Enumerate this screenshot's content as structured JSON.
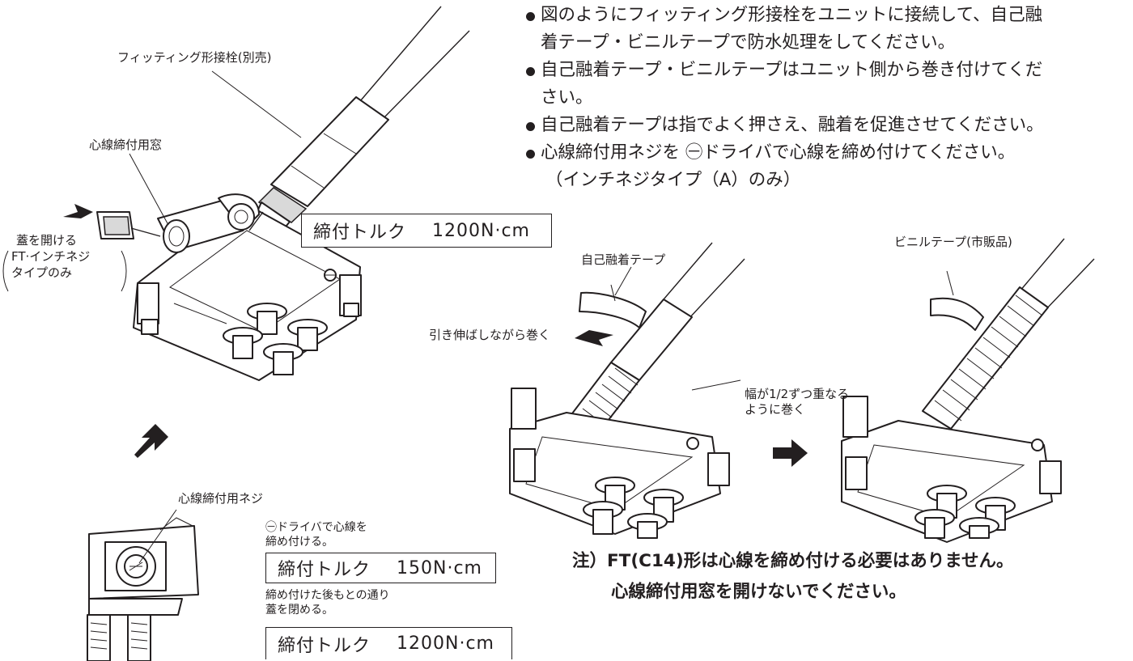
{
  "instructions": {
    "line1a": "図のようにフィッティング形接栓をユニットに接続して、自己融",
    "line1b": "着テープ・ビニルテープで防水処理をしてください。",
    "line2a": "自己融着テープ・ビニルテープはユニット側から巻き付けてくだ",
    "line2b": "さい。",
    "line3": "自己融着テープは指でよく押さえ、融着を促進させてください。",
    "line4": "心線締付用ネジを ㊀ドライバで心線を締め付けてください。",
    "line4b": "（インチネジタイプ（A）のみ）"
  },
  "labels": {
    "connector": "フィッティング形接栓(別売)",
    "window": "心線締付用窓",
    "open_lid": "蓋を開ける",
    "ft_inch_1": "FT·インチネジ",
    "ft_inch_2": "タイプのみ",
    "screw": "心線締付用ネジ",
    "driver_1": "㊀ドライバで心線を",
    "driver_2": "締め付ける。",
    "after_1": "締め付けた後もとの通り",
    "after_2": "蓋を閉める。",
    "self_tape": "自己融着テープ",
    "pull": "引き伸ばしながら巻く",
    "overlap_1": "幅が1/2ずつ重なる",
    "overlap_2": "ように巻く",
    "vinyl_tape": "ビニルテープ(市販品)"
  },
  "torque_boxes": [
    {
      "label": "締付トルク",
      "value": "1200N·cm"
    },
    {
      "label": "締付トルク",
      "value": "150N·cm"
    },
    {
      "label": "締付トルク",
      "value": "1200N·cm"
    }
  ],
  "note": {
    "line1": "注）FT(C14)形は心線を締め付ける必要はありません。",
    "line2": "心線締付用窓を開けないでください。"
  }
}
